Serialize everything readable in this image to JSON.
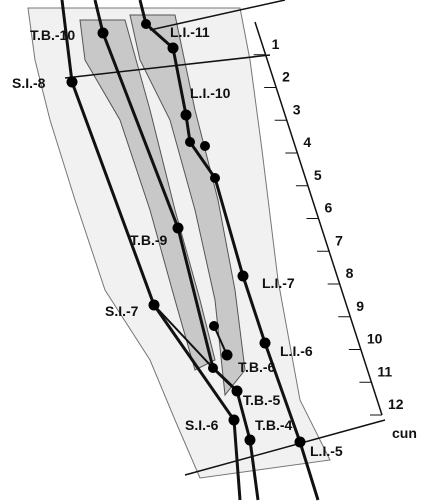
{
  "figure": {
    "colors": {
      "line": "#111111",
      "bone": "#c8c8c8",
      "skin": "#f1f1f1",
      "dot": "#000000",
      "text": "#111111"
    },
    "points": [
      {
        "id": "tb10",
        "label": "T.B.-10"
      },
      {
        "id": "li11",
        "label": "L.I.-11"
      },
      {
        "id": "si8",
        "label": "S.I.-8"
      },
      {
        "id": "li10",
        "label": "L.I.-10"
      },
      {
        "id": "tb9",
        "label": "T.B.-9"
      },
      {
        "id": "li7",
        "label": "L.I.-7"
      },
      {
        "id": "si7",
        "label": "S.I.-7"
      },
      {
        "id": "li6",
        "label": "L.I.-6"
      },
      {
        "id": "tb6",
        "label": "T.B.-6"
      },
      {
        "id": "tb5",
        "label": "T.B.-5"
      },
      {
        "id": "tb4",
        "label": "T.B.-4"
      },
      {
        "id": "si6",
        "label": "S.I.-6"
      },
      {
        "id": "li5",
        "label": "L.I.-5"
      }
    ],
    "scale": {
      "ticks": [
        "1",
        "2",
        "3",
        "4",
        "5",
        "6",
        "7",
        "8",
        "9",
        "10",
        "11",
        "12"
      ],
      "unit": "cun"
    }
  }
}
